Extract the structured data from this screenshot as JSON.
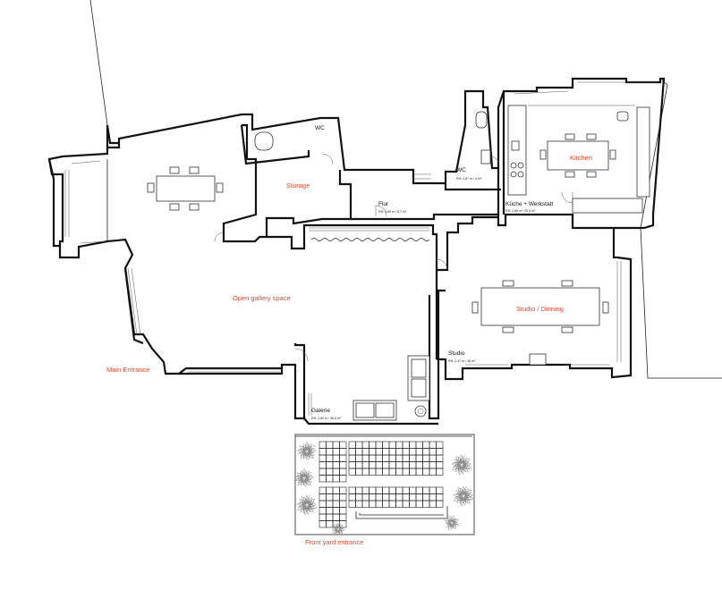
{
  "labels": {
    "open_gallery": "Open gallery space",
    "storage": "Storage",
    "kitchen": "Kitchen",
    "studio_dining": "Studio / Dinning",
    "main_entrance": "Main Entrance",
    "front_yard": "Front yard entrance"
  },
  "rooms": {
    "wc_upper": {
      "name": "WC"
    },
    "wc_small": {
      "name": "WC",
      "info": "RH: 2,87 m / 4 m²"
    },
    "flur": {
      "name": "Flur",
      "info": "RH: 2,85 m / 8,7 m²"
    },
    "kueche": {
      "name": "Küche + Werkstatt",
      "info": "RH: 2,85 m / 25,5 m²"
    },
    "studio": {
      "name": "Studio",
      "info": "RH: 2,47 m / 36 m²"
    },
    "galerie": {
      "name": "Galerie",
      "info": "RH: 2,80 m / 96,5 m²"
    }
  },
  "colors": {
    "accent": "#e8452c",
    "walls": "#111111"
  }
}
